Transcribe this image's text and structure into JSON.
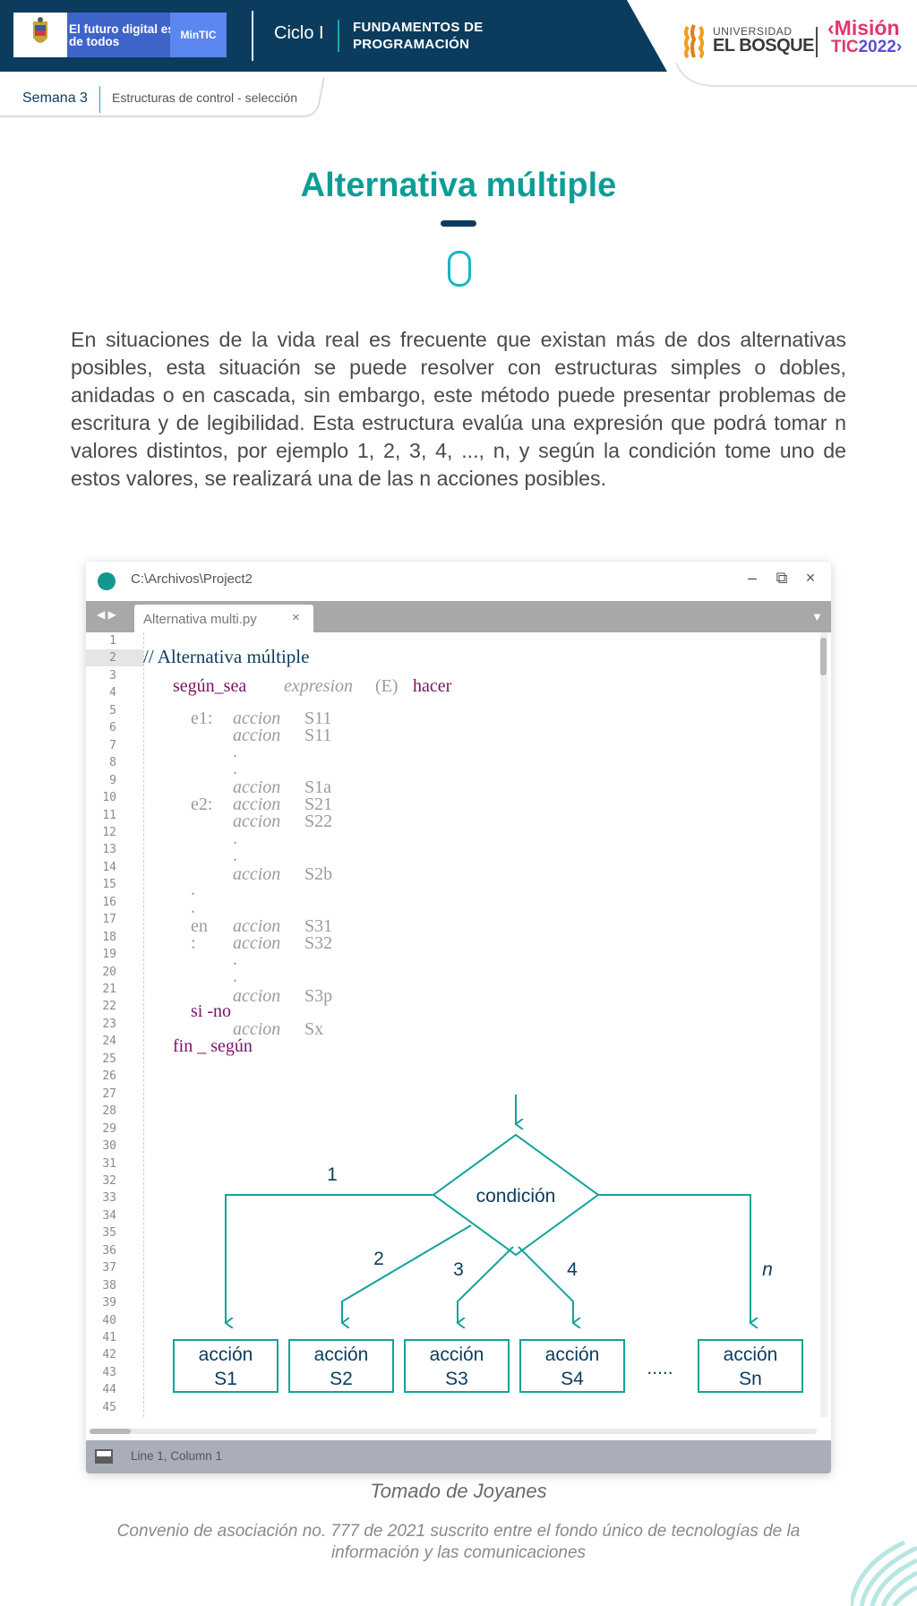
{
  "header": {
    "gov_text": "El futuro digital es de todos",
    "gov_badge": "MinTIC",
    "cycle": "Ciclo I",
    "course_line1": "FUNDAMENTOS DE",
    "course_line2": "PROGRAMACIÓN",
    "university_small": "UNIVERSIDAD",
    "university_name": "EL BOSQUE",
    "mision_line1": "‹Misión",
    "mision_line2_a": "TIC",
    "mision_line2_b": "2022›",
    "week": "Semana 3",
    "topic": "Estructuras de control - selección"
  },
  "title": "Alternativa múltiple",
  "intro": "En situaciones de la vida real es frecuente que existan más de dos alternativas posibles, esta situación se puede resolver con estructuras simples o dobles, anidadas o en cascada, sin embargo, este método puede presentar problemas de escritura y de legibilidad. Esta estructura evalúa una expresión que podrá tomar n valores distintos, por ejemplo 1, 2, 3, 4, ..., n, y según la condición tome uno de estos valores, se realizará una de las n acciones posibles.",
  "window": {
    "path": "C:\\Archivos\\Project2",
    "tab_name": "Alternativa multi.py",
    "tab_close": "×",
    "minimize": "–",
    "restore": "⧉",
    "close": "×",
    "line_count": 45,
    "current_line": 2,
    "status": "Line 1, Column 1"
  },
  "code": {
    "comment": "// Alternativa múltiple",
    "segun_kw": "según_sea",
    "expresion": "expresion",
    "e_paren": "(E)",
    "hacer": "hacer",
    "e1": "e1:",
    "e2": "e2:",
    "en": "en",
    "colon": ":",
    "dot": ".",
    "accion": "accion",
    "s11a": "S11",
    "s11b": "S11",
    "s1a": "S1a",
    "s21": "S21",
    "s22": "S22",
    "s2b": "S2b",
    "s31": "S31",
    "s32": "S32",
    "s3p": "S3p",
    "sino": "si -no",
    "sx": "Sx",
    "fin": "fin _ según"
  },
  "flowchart": {
    "condition": "condición",
    "branch_labels": [
      "1",
      "2",
      "3",
      "4",
      "n"
    ],
    "actions": [
      {
        "line1": "acción",
        "line2": "S1"
      },
      {
        "line1": "acción",
        "line2": "S2"
      },
      {
        "line1": "acción",
        "line2": "S3"
      },
      {
        "line1": "acción",
        "line2": "S4"
      },
      {
        "line1": "acción",
        "line2": "Sn"
      }
    ],
    "ellipsis": "....."
  },
  "caption": "Tomado de Joyanes",
  "footer": "Convenio de asociación no. 777 de 2021 suscrito entre el fondo único de tecnologías de la información y las comunicaciones",
  "colors": {
    "navy": "#0b3c5d",
    "teal": "#0d9d96",
    "flow_teal": "#12a39a",
    "keyword": "#7c1167"
  }
}
